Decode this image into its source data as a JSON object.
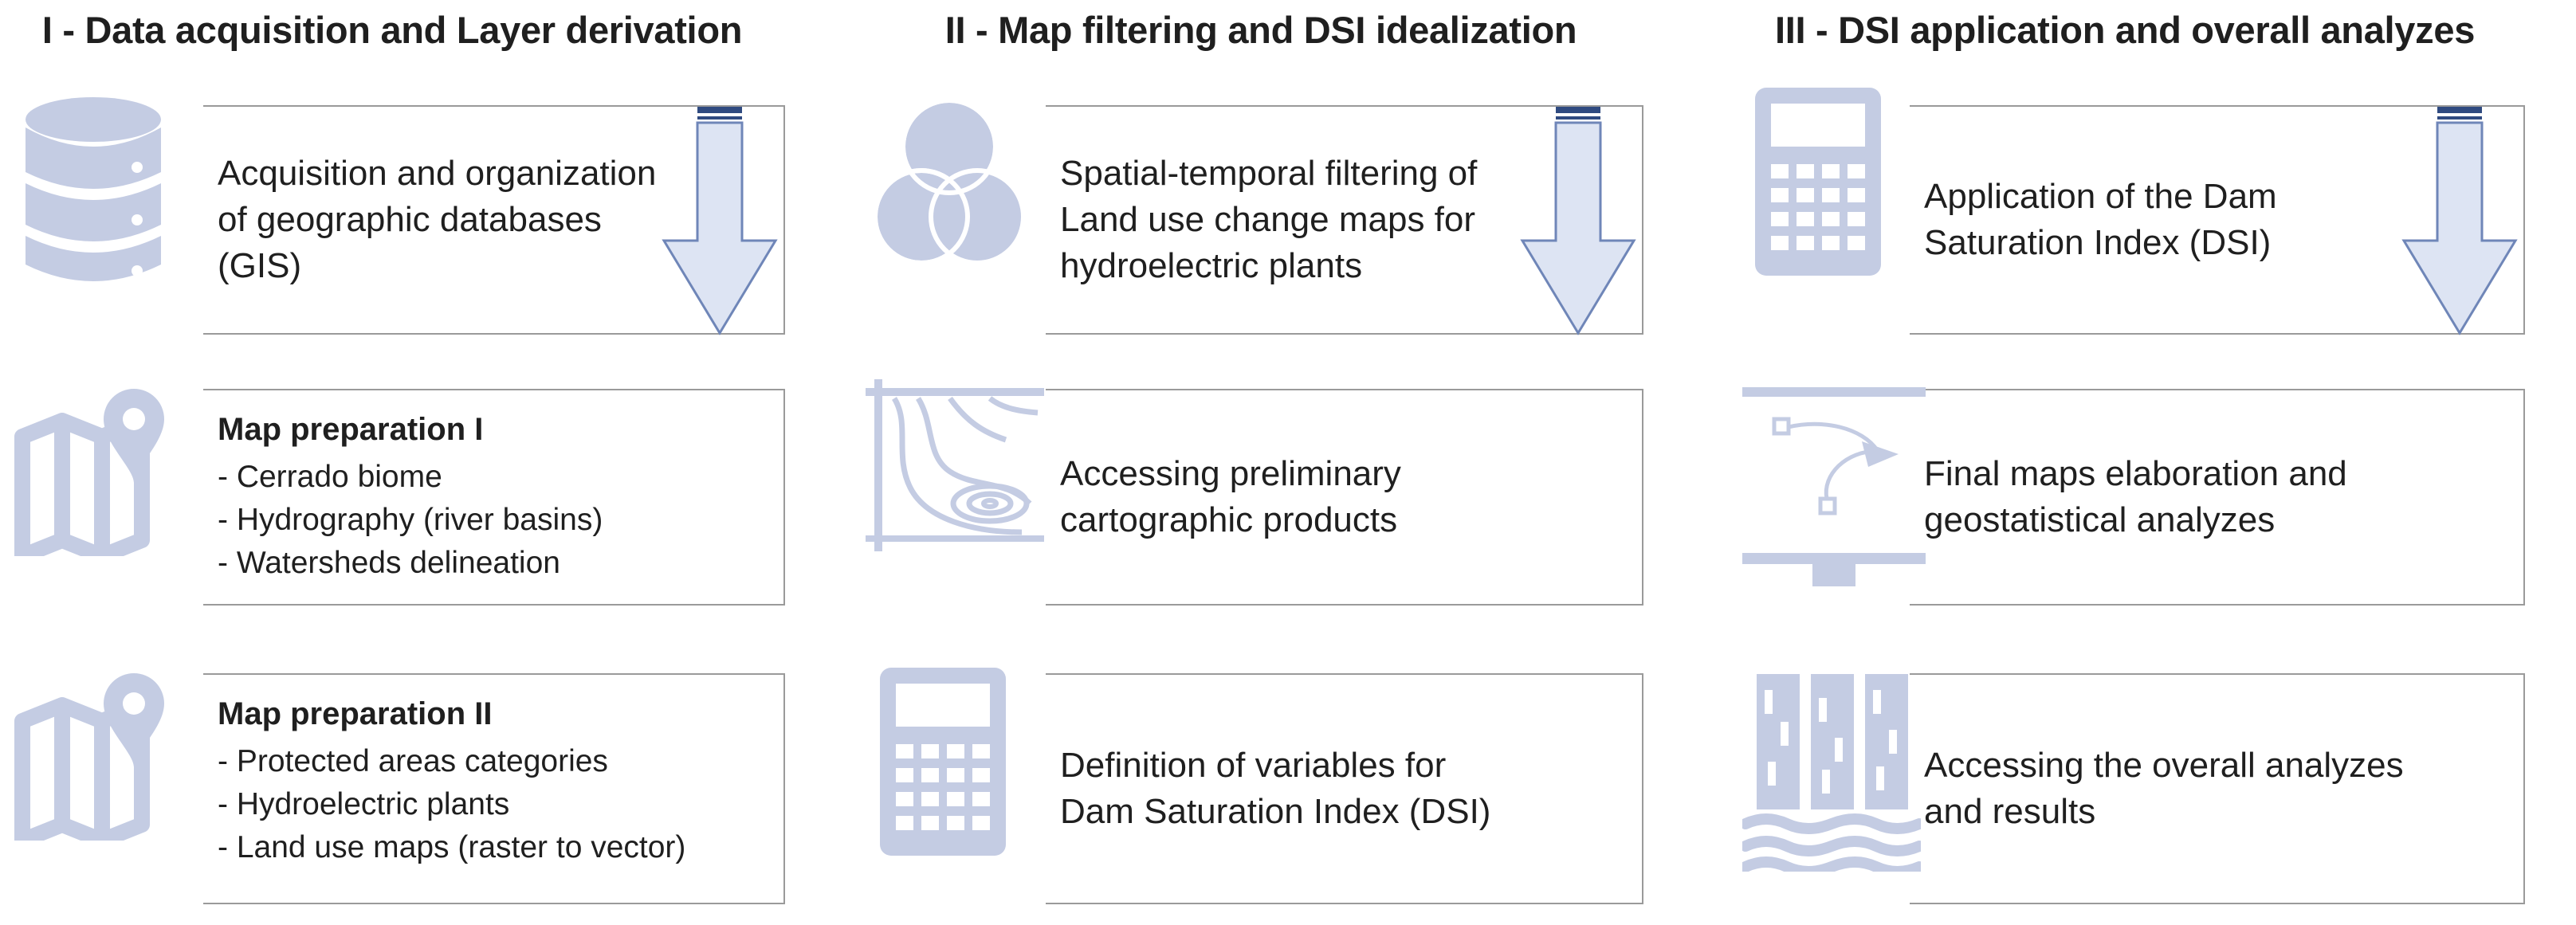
{
  "columns": [
    {
      "title": "I - Data acquisition and Layer derivation",
      "boxes": [
        {
          "icon": "database-icon",
          "lines": [
            "Acquisition and organization",
            "of geographic databases",
            "(GIS)"
          ]
        },
        {
          "icon": "map-pin-icon",
          "title": "Map preparation I",
          "items": [
            "Cerrado biome",
            "Hydrography (river basins)",
            "Watersheds delineation"
          ]
        },
        {
          "icon": "map-pin-icon",
          "title": "Map preparation II",
          "items": [
            "Protected areas categories",
            "Hydroelectric plants",
            "Land use maps (raster to vector)"
          ]
        }
      ]
    },
    {
      "title": "II - Map filtering and DSI idealization",
      "boxes": [
        {
          "icon": "venn-diagram-icon",
          "lines": [
            "Spatial-temporal filtering of",
            "Land use change maps for",
            "hydroelectric plants"
          ]
        },
        {
          "icon": "contour-map-icon",
          "lines": [
            "Accessing preliminary",
            "cartographic products"
          ]
        },
        {
          "icon": "calculator-icon",
          "lines": [
            "Definition of variables for",
            "Dam Saturation Index (DSI)"
          ]
        }
      ]
    },
    {
      "title": "III - DSI application and overall analyzes",
      "boxes": [
        {
          "icon": "calculator-icon",
          "lines": [
            "Application of the Dam",
            "Saturation Index (DSI)"
          ]
        },
        {
          "icon": "vector-design-icon",
          "lines": [
            "Final maps elaboration and",
            "geostatistical analyzes"
          ]
        },
        {
          "icon": "river-flood-icon",
          "lines": [
            "Accessing the overall analyzes",
            "and results"
          ]
        }
      ]
    }
  ],
  "colors": {
    "icon": "#c4cce3",
    "arrow_fill": "#dde4f3",
    "arrow_stroke": "#6f86b8",
    "arrow_bar": "#2f4a80",
    "border": "#9a9a9a"
  }
}
